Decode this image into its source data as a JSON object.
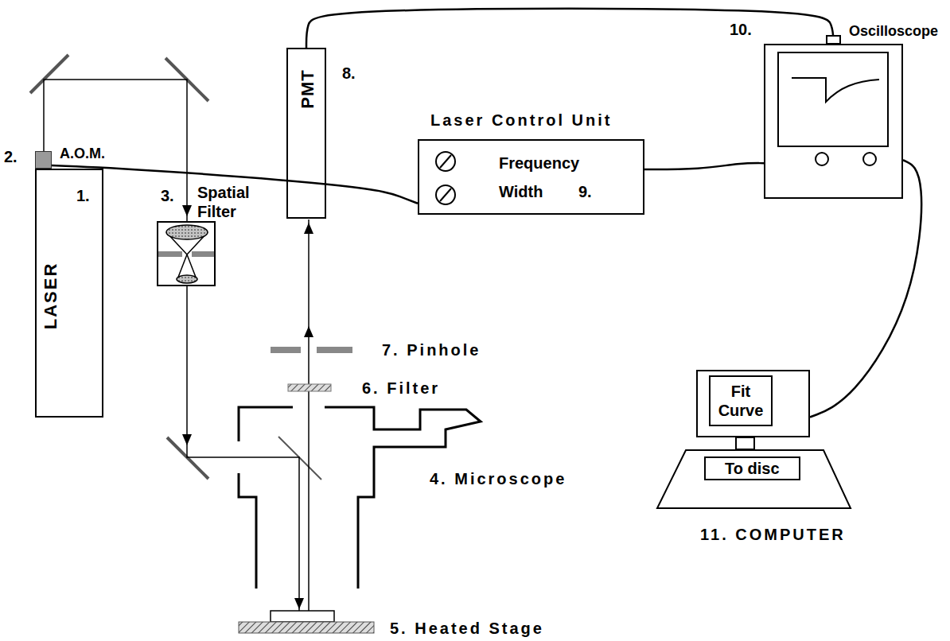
{
  "diagram": {
    "nodes": [
      {
        "text": [
          "1.",
          "LASER"
        ]
      },
      {
        "text": [
          "2.",
          "A.O.M."
        ]
      },
      {
        "text": [
          "3.",
          "Spatial Filter"
        ]
      },
      {
        "text": [
          "PMT",
          "8."
        ]
      },
      {
        "text": [
          "Laser Control Unit",
          "Frequency",
          "Width",
          "9."
        ]
      },
      {
        "text": [
          "10.",
          "Oscilloscope"
        ]
      },
      {
        "text": [
          "Fit Curve"
        ]
      },
      {
        "text": [
          "To disc",
          "11. COMPUTER"
        ]
      }
    ],
    "edges": [
      {
        "from": 1,
        "to": 4,
        "arrow": "none"
      },
      {
        "from": 3,
        "to": 5,
        "arrow": "none"
      },
      {
        "from": 4,
        "to": 5,
        "arrow": "none"
      },
      {
        "from": 5,
        "to": 6,
        "arrow": "none"
      }
    ],
    "labels": [
      "4. Microscope",
      "5. Heated Stage",
      "6. Filter",
      "7. Pinhole"
    ]
  }
}
